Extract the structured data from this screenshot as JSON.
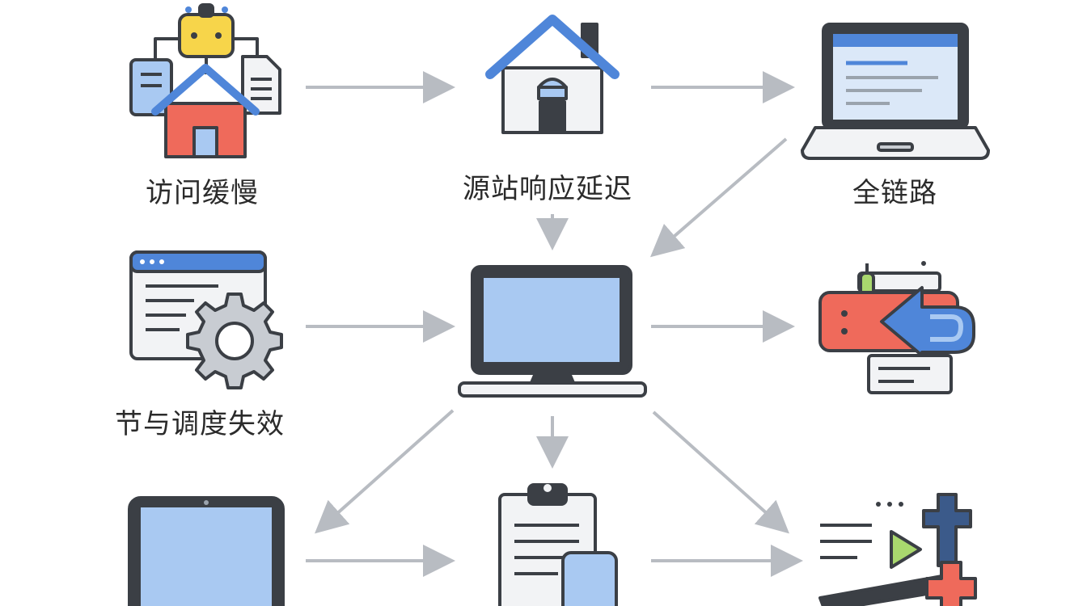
{
  "labels": {
    "slow_access": "访问缓慢",
    "origin_delay": "源站响应延迟",
    "full_link": "全链路",
    "scheduling_failure": "节与调度失效"
  },
  "colors": {
    "arrow": "#b8bcc2",
    "outline": "#3b3f45",
    "screen_blue": "#a9c9f2",
    "accent_blue": "#4f86d9",
    "red": "#ef6a5b",
    "yellow": "#f7d54a",
    "green": "#a9d86e",
    "light_gray": "#f2f3f5",
    "mid_gray": "#c8ccd2"
  },
  "icons": [
    "network-house-icon",
    "house-icon",
    "laptop-webpage-icon",
    "settings-window-icon",
    "monitor-icon",
    "server-redirect-icon",
    "tablet-icon",
    "clipboard-mobile-icon",
    "tools-icon"
  ]
}
